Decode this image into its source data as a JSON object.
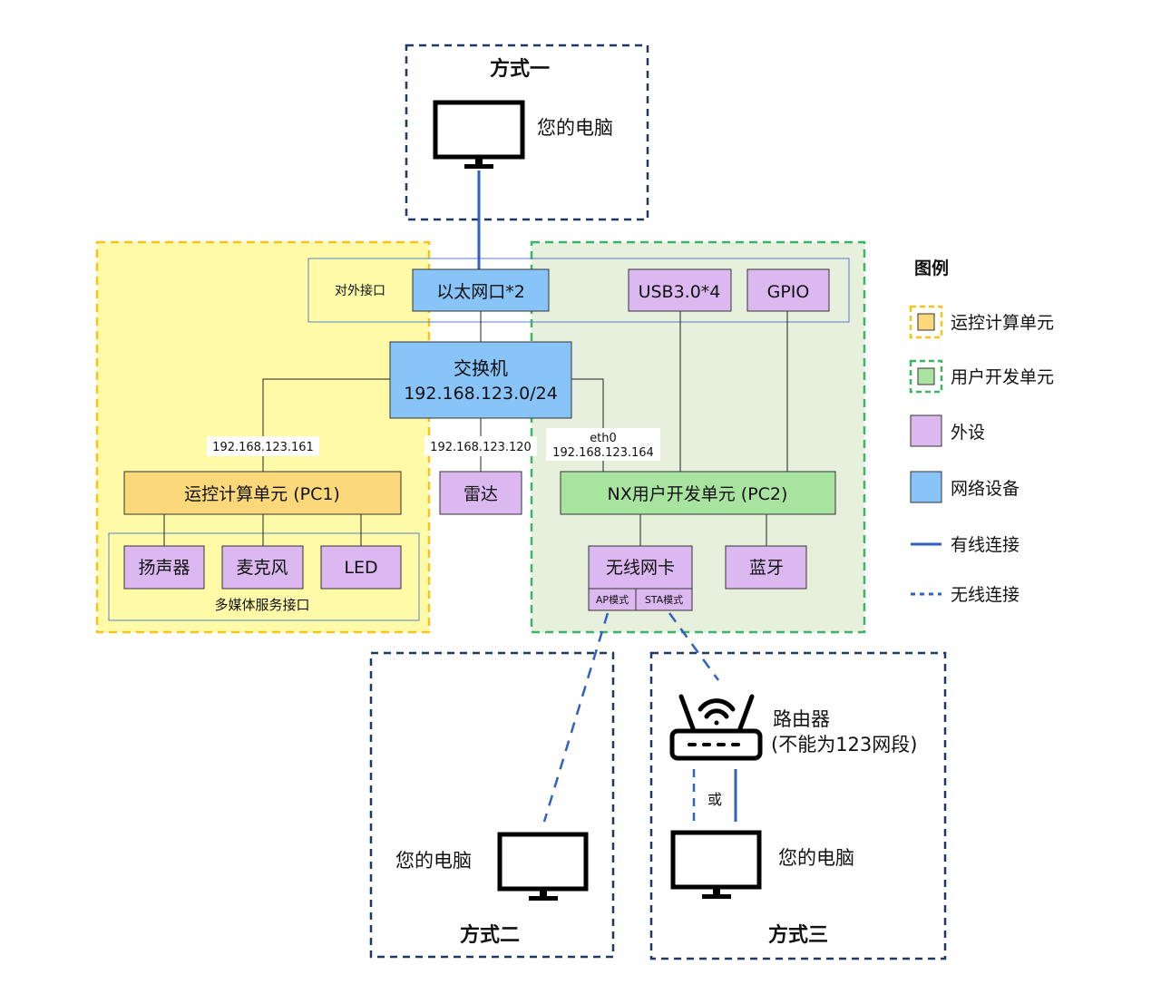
{
  "method1": {
    "title": "方式一",
    "computer_label": "您的电脑"
  },
  "method2": {
    "title": "方式二",
    "computer_label": "您的电脑"
  },
  "method3": {
    "title": "方式三",
    "computer_label": "您的电脑",
    "router_label_1": "路由器",
    "router_label_2": "(不能为123网段)",
    "or_label": "或"
  },
  "external": {
    "label": "对外接口",
    "ethernet": "以太网口*2",
    "usb": "USB3.0*4",
    "gpio": "GPIO"
  },
  "switch": {
    "name": "交换机",
    "subnet": "192.168.123.0/24"
  },
  "ips": {
    "pc1": "192.168.123.161",
    "radar": "192.168.123.120",
    "pc2_iface": "eth0",
    "pc2": "192.168.123.164"
  },
  "pc1": {
    "label": "运控计算单元 (PC1)"
  },
  "radar": {
    "label": "雷达"
  },
  "pc2": {
    "label": "NX用户开发单元 (PC2)"
  },
  "multimedia": {
    "label": "多媒体服务接口",
    "speaker": "扬声器",
    "mic": "麦克风",
    "led": "LED"
  },
  "wifi": {
    "label": "无线网卡",
    "ap": "AP模式",
    "sta": "STA模式"
  },
  "bluetooth": {
    "label": "蓝牙"
  },
  "legend": {
    "title": "图例",
    "items": [
      {
        "label": "运控计算单元",
        "color": "#fbd879"
      },
      {
        "label": "用户开发单元",
        "color": "#a8e4a0"
      },
      {
        "label": "外设",
        "color": "#dcb8f0"
      },
      {
        "label": "网络设备",
        "color": "#88c4f8"
      },
      {
        "label": "有线连接",
        "color": "#3060c0"
      },
      {
        "label": "无线连接",
        "color": "#3060c0"
      }
    ]
  },
  "colors": {
    "motion_unit_bg": "#fffaa8",
    "motion_unit_border": "#f5c518",
    "dev_unit_bg": "#e6f0dc",
    "dev_unit_border": "#3cb464",
    "network": "#88c4f8",
    "peripheral": "#dcb8f0",
    "pc1": "#fbd879",
    "pc2": "#a8e4a0",
    "link": "#3060c0",
    "frame": "#1f3864"
  }
}
